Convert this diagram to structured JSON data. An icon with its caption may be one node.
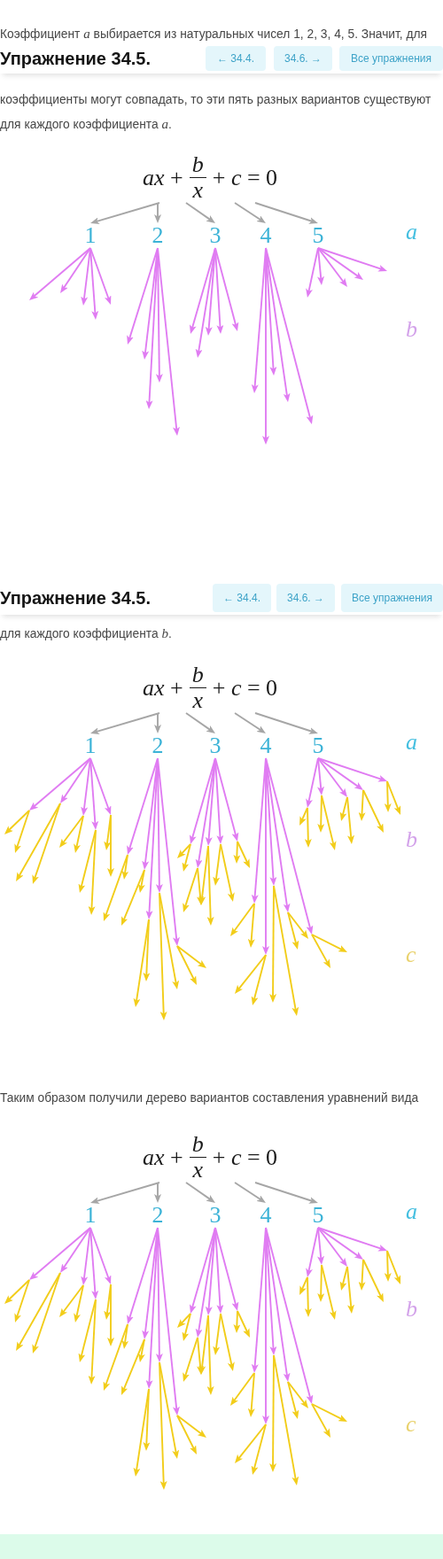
{
  "diagram": {
    "nodes": [
      {
        "text": [
          "*ax* +",
          "b",
          "x",
          "+ *c* = 0"
        ]
      },
      {
        "text": [
          "1"
        ]
      },
      {
        "text": [
          "2"
        ]
      },
      {
        "text": [
          "3"
        ]
      },
      {
        "text": [
          "4"
        ]
      },
      {
        "text": [
          "5"
        ]
      },
      {
        "text": [
          "*ax* +",
          "b",
          "x",
          "+ *c* = 0"
        ]
      },
      {
        "text": [
          "1"
        ]
      },
      {
        "text": [
          "2"
        ]
      },
      {
        "text": [
          "3"
        ]
      },
      {
        "text": [
          "4"
        ]
      },
      {
        "text": [
          "5"
        ]
      },
      {
        "text": [
          "*ax* +",
          "b",
          "x",
          "+ *c* = 0"
        ]
      },
      {
        "text": [
          "1"
        ]
      },
      {
        "text": [
          "2"
        ]
      },
      {
        "text": [
          "3"
        ]
      },
      {
        "text": [
          "4"
        ]
      },
      {
        "text": [
          "5"
        ]
      }
    ],
    "edges": [
      {
        "from": 0,
        "to": 1,
        "arrow": "to",
        "color": "#a6a6a6"
      },
      {
        "from": 0,
        "to": 2,
        "arrow": "to",
        "color": "#a6a6a6"
      },
      {
        "from": 0,
        "to": 3,
        "arrow": "to",
        "color": "#a6a6a6"
      },
      {
        "from": 0,
        "to": 4,
        "arrow": "to",
        "color": "#a6a6a6"
      },
      {
        "from": 0,
        "to": 5,
        "arrow": "to",
        "color": "#a6a6a6"
      },
      {
        "from": 1,
        "to": null,
        "arrow": "to"
      },
      {
        "from": 1,
        "to": null,
        "arrow": "to"
      },
      {
        "from": 1,
        "to": null,
        "arrow": "to"
      },
      {
        "from": 1,
        "to": null,
        "arrow": "to"
      },
      {
        "from": 1,
        "to": null,
        "arrow": "to"
      },
      {
        "from": 2,
        "to": null,
        "arrow": "to"
      },
      {
        "from": 2,
        "to": null,
        "arrow": "to"
      },
      {
        "from": 2,
        "to": null,
        "arrow": "to"
      },
      {
        "from": 2,
        "to": null,
        "arrow": "to"
      },
      {
        "from": 2,
        "to": null,
        "arrow": "to"
      },
      {
        "from": 3,
        "to": null,
        "arrow": "to"
      },
      {
        "from": 3,
        "to": null,
        "arrow": "to"
      },
      {
        "from": 3,
        "to": null,
        "arrow": "to"
      },
      {
        "from": 3,
        "to": null,
        "arrow": "to"
      },
      {
        "from": 3,
        "to": null,
        "arrow": "to"
      },
      {
        "from": 4,
        "to": null,
        "arrow": "to"
      },
      {
        "from": 4,
        "to": null,
        "arrow": "to"
      },
      {
        "from": 4,
        "to": null,
        "arrow": "to"
      },
      {
        "from": 4,
        "to": null,
        "arrow": "to"
      },
      {
        "from": 4,
        "to": null,
        "arrow": "to"
      },
      {
        "from": 5,
        "to": null,
        "arrow": "to"
      },
      {
        "from": 5,
        "to": null,
        "arrow": "to"
      },
      {
        "from": 5,
        "to": null,
        "arrow": "to"
      },
      {
        "from": 5,
        "to": null,
        "arrow": "to"
      },
      {
        "from": 5,
        "to": null,
        "arrow": "to"
      },
      {
        "from": 6,
        "to": 7,
        "arrow": "to",
        "color": "#a6a6a6"
      },
      {
        "from": 6,
        "to": 8,
        "arrow": "to",
        "color": "#a6a6a6"
      },
      {
        "from": 6,
        "to": 9,
        "arrow": "to",
        "color": "#a6a6a6"
      },
      {
        "from": 6,
        "to": 10,
        "arrow": "to",
        "color": "#a6a6a6"
      },
      {
        "from": 6,
        "to": 11,
        "arrow": "to",
        "color": "#a6a6a6"
      },
      {
        "from": 7,
        "to": null,
        "arrow": "to"
      },
      {
        "from": 7,
        "to": null,
        "arrow": "to"
      },
      {
        "from": 7,
        "to": null,
        "arrow": "to"
      },
      {
        "from": 7,
        "to": null,
        "arrow": "to"
      },
      {
        "from": 7,
        "to": null,
        "arrow": "to"
      },
      {
        "from": 8,
        "to": null,
        "arrow": "to"
      },
      {
        "from": 8,
        "to": null,
        "arrow": "to"
      },
      {
        "from": 8,
        "to": null,
        "arrow": "to"
      },
      {
        "from": 8,
        "to": null,
        "arrow": "to"
      },
      {
        "from": 8,
        "to": null,
        "arrow": "to"
      },
      {
        "from": 9,
        "to": null,
        "arrow": "to"
      },
      {
        "from": 9,
        "to": null,
        "arrow": "to"
      },
      {
        "from": 9,
        "to": null,
        "arrow": "to"
      },
      {
        "from": 9,
        "to": null,
        "arrow": "to"
      },
      {
        "from": 9,
        "to": null,
        "arrow": "to"
      },
      {
        "from": 10,
        "to": null,
        "arrow": "to"
      },
      {
        "from": 10,
        "to": null,
        "arrow": "to"
      },
      {
        "from": 10,
        "to": null,
        "arrow": "to"
      },
      {
        "from": 10,
        "to": null,
        "arrow": "to"
      },
      {
        "from": 10,
        "to": null,
        "arrow": "to"
      },
      {
        "from": 11,
        "to": null,
        "arrow": "to"
      },
      {
        "from": 11,
        "to": null,
        "arrow": "to"
      },
      {
        "from": 11,
        "to": null,
        "arrow": "to"
      },
      {
        "from": 11,
        "to": null,
        "arrow": "to"
      },
      {
        "from": 11,
        "to": null,
        "arrow": "to"
      },
      {
        "from": 12,
        "to": 13,
        "arrow": "to",
        "color": "#a6a6a6"
      },
      {
        "from": 12,
        "to": 14,
        "arrow": "to",
        "color": "#a6a6a6"
      },
      {
        "from": 12,
        "to": 15,
        "arrow": "to",
        "color": "#a6a6a6"
      },
      {
        "from": 12,
        "to": 16,
        "arrow": "to",
        "color": "#a6a6a6"
      },
      {
        "from": 12,
        "to": 17,
        "arrow": "to",
        "color": "#a6a6a6"
      },
      {
        "from": 13,
        "to": null,
        "arrow": "to"
      },
      {
        "from": 13,
        "to": null,
        "arrow": "to"
      },
      {
        "from": 13,
        "to": null,
        "arrow": "to"
      },
      {
        "from": 13,
        "to": null,
        "arrow": "to"
      },
      {
        "from": 13,
        "to": null,
        "arrow": "to"
      },
      {
        "from": 14,
        "to": null,
        "arrow": "to"
      },
      {
        "from": 14,
        "to": null,
        "arrow": "to"
      },
      {
        "from": 14,
        "to": null,
        "arrow": "to"
      },
      {
        "from": 14,
        "to": null,
        "arrow": "to"
      },
      {
        "from": 14,
        "to": null,
        "arrow": "to"
      },
      {
        "from": 15,
        "to": null,
        "arrow": "to"
      },
      {
        "from": 15,
        "to": null,
        "arrow": "to"
      },
      {
        "from": 15,
        "to": null,
        "arrow": "to"
      },
      {
        "from": 15,
        "to": null,
        "arrow": "to"
      },
      {
        "from": 15,
        "to": null,
        "arrow": "to"
      },
      {
        "from": 16,
        "to": null,
        "arrow": "to"
      },
      {
        "from": 16,
        "to": null,
        "arrow": "to"
      },
      {
        "from": 16,
        "to": null,
        "arrow": "to"
      },
      {
        "from": 16,
        "to": null,
        "arrow": "to"
      },
      {
        "from": 16,
        "to": null,
        "arrow": "to"
      },
      {
        "from": 17,
        "to": null,
        "arrow": "to"
      },
      {
        "from": 17,
        "to": null,
        "arrow": "to"
      },
      {
        "from": 17,
        "to": null,
        "arrow": "to"
      },
      {
        "from": 17,
        "to": null,
        "arrow": "to"
      },
      {
        "from": 17,
        "to": null,
        "arrow": "to"
      }
    ],
    "labels": [
      "Коэффициент *a* выбирается из натуральных чисел 1, 2, 3, 4, 5. Значит, для",
      "Упражнение 34.5.",
      "← 34.4.",
      "34.6. →",
      "Все упражнения",
      "коэффициенты могут совпадать, то эти пять разных вариантов существуют",
      "для каждого коэффициента *a*.",
      "a",
      "b",
      "Упражнение 34.5.",
      "← 34.4.",
      "34.6. →",
      "Все упражнения",
      "для каждого коэффициента *b*.",
      "a",
      "b",
      "c",
      "Таким образом получили дерево вариантов составления уравнений вида",
      "a",
      "b",
      "c"
    ]
  }
}
